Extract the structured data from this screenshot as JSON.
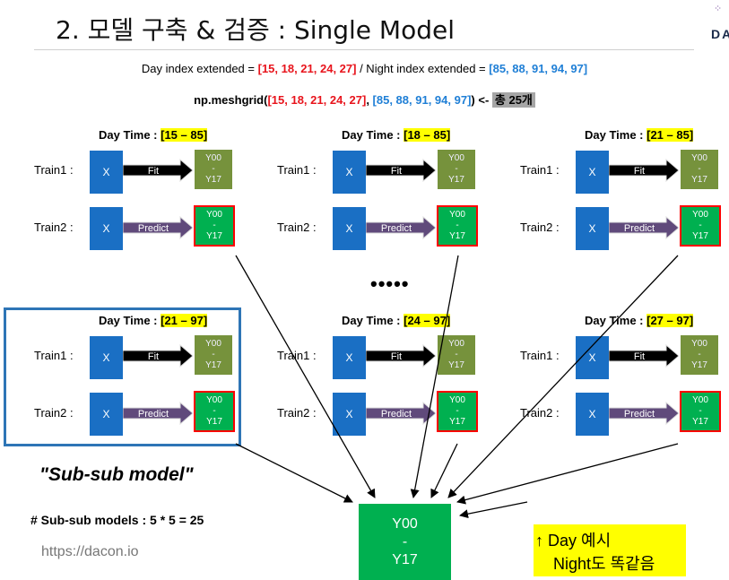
{
  "header": {
    "title": "2. 모델 구축 & 검증 : Single Model",
    "logo_text": "DA"
  },
  "intro": {
    "day_prefix": "Day index extended = ",
    "day_values": "[15, 18, 21, 24, 27]",
    "separator": " / Night index extended = ",
    "night_values": "[85, 88, 91, 94, 97]",
    "meshgrid_prefix": "np.meshgrid(",
    "meshgrid_day": "[15, 18, 21, 24, 27]",
    "meshgrid_comma": ", ",
    "meshgrid_night": "[85, 88, 91, 94, 97]",
    "meshgrid_suffix": ")  <- ",
    "total": "총 25개"
  },
  "model_label": "Day Time : ",
  "train1_label": "Train1 :",
  "train2_label": "Train2 :",
  "x_label": "X",
  "fit_label": "Fit",
  "predict_label": "Predict",
  "y_top": "Y00",
  "y_mid": "-",
  "y_bottom": "Y17",
  "models": [
    {
      "range": "[15 – 85]"
    },
    {
      "range": "[18 – 85]"
    },
    {
      "range": "[21 – 85]"
    },
    {
      "range": "[21 – 97]"
    },
    {
      "range": "[24 – 97]"
    },
    {
      "range": "[27 – 97]"
    }
  ],
  "ellipsis": "•••••",
  "sub_sub": "\"Sub-sub model\"",
  "count_text": "# Sub-sub models :  5 * 5 = 25",
  "url": "https://dacon.io",
  "final": {
    "top": "Y00",
    "mid": "-",
    "bottom": "Y17"
  },
  "note": {
    "line1": "↑ Day 예시",
    "line2": "Night도 똑같음"
  },
  "colors": {
    "x_box": "#1a6fc4",
    "fit_arrow": "#000000",
    "predict_arrow": "#604a7b",
    "olive": "#76923c",
    "green": "#00b050",
    "red_border": "#ff0000",
    "highlight": "#ffff00",
    "blue_frame": "#2e75b6"
  }
}
